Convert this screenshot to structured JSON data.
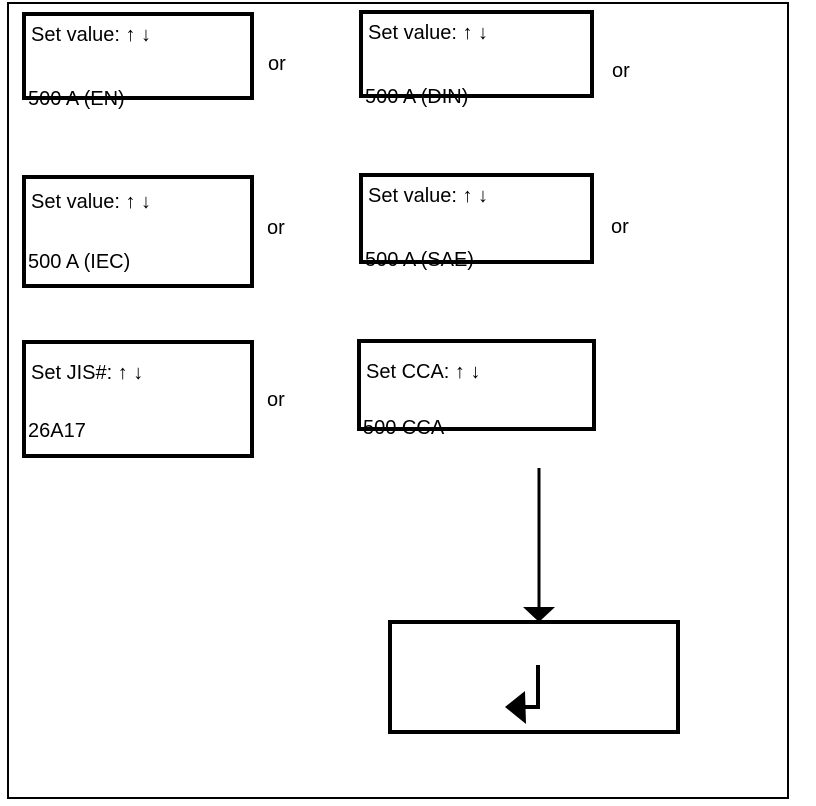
{
  "colors": {
    "ink": "#000000",
    "paper": "#ffffff"
  },
  "labels": {
    "or": "or"
  },
  "screens": [
    {
      "id": "en",
      "label": "Set value: ↑ ↓",
      "value": "500 A (EN)"
    },
    {
      "id": "din",
      "label": "Set value: ↑ ↓",
      "value": "500 A (DIN)"
    },
    {
      "id": "iec",
      "label": "Set value: ↑ ↓",
      "value": "500 A (IEC)"
    },
    {
      "id": "sae",
      "label": "Set value: ↑ ↓",
      "value": "500 A (SAE)"
    },
    {
      "id": "jis",
      "label": "Set JIS#: ↑ ↓",
      "value": "26A17"
    },
    {
      "id": "cca",
      "label": "Set CCA: ↑ ↓",
      "value": "500 CCA"
    }
  ],
  "icons": {
    "down_arrow": "down-arrow-icon",
    "return_arrow": "return-arrow-icon"
  }
}
